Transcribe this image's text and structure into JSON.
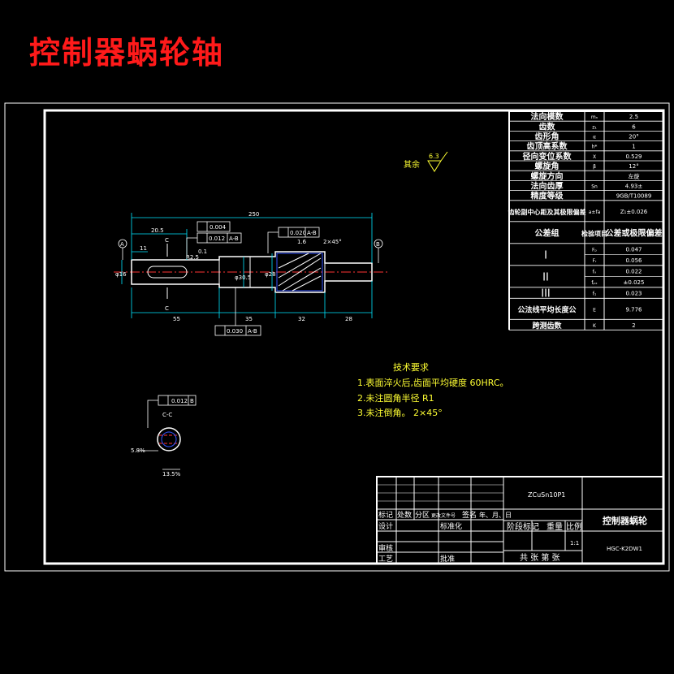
{
  "drawing_title": "控制器蜗轮轴",
  "params_table": [
    {
      "label": "法向模数",
      "symbol": "mₙ",
      "value": "2.5"
    },
    {
      "label": "齿数",
      "symbol": "z₁",
      "value": "6"
    },
    {
      "label": "齿形角",
      "symbol": "α",
      "value": "20°"
    },
    {
      "label": "齿顶高系数",
      "symbol": "h*",
      "value": "1"
    },
    {
      "label": "径向变位系数",
      "symbol": "X",
      "value": "0.529"
    },
    {
      "label": "螺旋角",
      "symbol": "β",
      "value": "12°"
    },
    {
      "label": "螺旋方向",
      "symbol": "",
      "value": "左旋"
    },
    {
      "label": "法向齿厚",
      "symbol": "Sn",
      "value": "4.93±"
    },
    {
      "label": "精度等级",
      "symbol": "",
      "value": "9GB/T10089"
    },
    {
      "label": "齿轮副中心距及其极限偏差",
      "symbol": "a±fa",
      "value": "Z₁±0.026"
    }
  ],
  "tolerance_header": {
    "group": "公差组",
    "code": "检验项目",
    "limit": "公差或极限偏差"
  },
  "tolerance_groups": [
    {
      "group": "I",
      "rows": [
        {
          "code": "Fₚ",
          "value": "0.047"
        },
        {
          "code": "Fᵣ",
          "value": "0.056"
        }
      ]
    },
    {
      "group": "II",
      "rows": [
        {
          "code": "fₓ",
          "value": "0.022"
        },
        {
          "code": "fₚₓ",
          "value": "±0.025"
        }
      ]
    },
    {
      "group": "III",
      "rows": [
        {
          "code": "f₁",
          "value": "0.023"
        }
      ]
    }
  ],
  "params_bottom": [
    {
      "label": "公法线平均长度公",
      "symbol": "E",
      "value": "9.776"
    },
    {
      "label": "跨测齿数",
      "symbol": "K",
      "value": "2"
    }
  ],
  "tech_req": {
    "title": "技术要求",
    "items": [
      "1.表面淬火后,齿面平均硬度  60HRC。",
      "2.未注圆角半径    R1",
      "3.未注倒角。   2×45°"
    ]
  },
  "roughness_note": "其余",
  "roughness_value": "6.3",
  "dimensions": {
    "overall": "250",
    "d1": "20.5",
    "d2": "11",
    "r25": "R2.5",
    "r01": "0.1",
    "fl": "φ16",
    "seg_a": "55",
    "seg_b": "35",
    "seg_c": "32",
    "seg_d": "28",
    "diam_mid": "φ30.5",
    "diam_gear": "φ28",
    "ch": "2×45°",
    "lab_c": "C",
    "dat_a": "A",
    "dat_b": "B",
    "fc1": "0.004",
    "fc2": "0.012",
    "fc2ref": "A-B",
    "fc3": "0.020",
    "fc3ref": "A-B",
    "fc4": "0.030",
    "fc4ref": "A-B",
    "rough": "1.6"
  },
  "section": {
    "label": "C-C",
    "tol": "0.012",
    "tolref": "B",
    "w": "5.8%",
    "d": "13.5%"
  },
  "title_block": {
    "material": "ZCuSn10P1",
    "part_name": "控制器蜗轮",
    "drawing_no": "HGC-K2DW1",
    "scale": "1:1",
    "head_row": [
      "标记",
      "处数",
      "分区",
      "更改文件号",
      "签名",
      "年、月、日"
    ],
    "design": "设计",
    "std": "标准化",
    "review": "审核",
    "process": "工艺",
    "approve": "批准",
    "stage": "阶段标记",
    "weight": "重量",
    "ratio": "比例",
    "sheets": "共  张  第  张"
  }
}
